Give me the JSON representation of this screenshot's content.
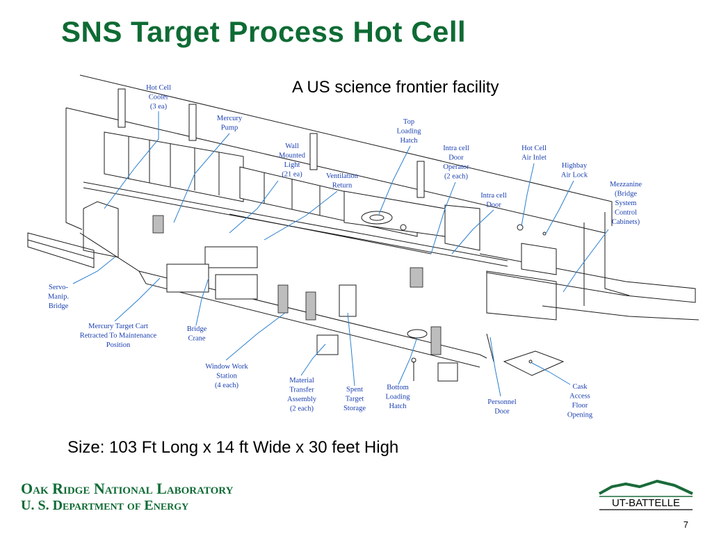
{
  "slide": {
    "title": "SNS Target Process Hot Cell",
    "subtitle": "A US science frontier facility",
    "size_text": "Size: 103 Ft Long x 14 ft Wide x 30 feet High",
    "page_number": "7"
  },
  "footer": {
    "org_line1": "Oak Ridge National Laboratory",
    "org_line2": "U. S. Department of Energy",
    "logo_text": "UT-BATTELLE"
  },
  "diagram": {
    "labels": [
      {
        "id": "hot-cell-cooler",
        "lines": [
          "Hot Cell",
          "Cooler",
          "(3 ea)"
        ]
      },
      {
        "id": "mercury-pump",
        "lines": [
          "Mercury",
          "Pump"
        ]
      },
      {
        "id": "wall-mounted-light",
        "lines": [
          "Wall",
          "Mounted",
          "Light",
          "(21 ea)"
        ]
      },
      {
        "id": "ventilation-return",
        "lines": [
          "Ventilation",
          "Return"
        ]
      },
      {
        "id": "top-loading-hatch",
        "lines": [
          "Top",
          "Loading",
          "Hatch"
        ]
      },
      {
        "id": "intracell-door-operator",
        "lines": [
          "Intra cell",
          "Door",
          "Operator",
          "(2 each)"
        ]
      },
      {
        "id": "hot-cell-air-inlet",
        "lines": [
          "Hot Cell",
          "Air Inlet"
        ]
      },
      {
        "id": "highbay-air-lock",
        "lines": [
          "Highbay",
          "Air Lock"
        ]
      },
      {
        "id": "intracell-door",
        "lines": [
          "Intra cell",
          "Door"
        ]
      },
      {
        "id": "mezzanine",
        "lines": [
          "Mezzanine",
          "(Bridge",
          "System",
          "Control",
          "Cabinets)"
        ]
      },
      {
        "id": "servo-manip-bridge",
        "lines": [
          "Servo-",
          "Manip.",
          "Bridge"
        ]
      },
      {
        "id": "mercury-target-cart",
        "lines": [
          "Mercury Target Cart",
          "Retracted To Maintenance",
          "Position"
        ]
      },
      {
        "id": "bridge-crane",
        "lines": [
          "Bridge",
          "Crane"
        ]
      },
      {
        "id": "window-work-station",
        "lines": [
          "Window Work",
          "Station",
          "(4 each)"
        ]
      },
      {
        "id": "material-transfer-assembly",
        "lines": [
          "Material",
          "Transfer",
          "Assembly",
          "(2 each)"
        ]
      },
      {
        "id": "spent-target-storage",
        "lines": [
          "Spent",
          "Target",
          "Storage"
        ]
      },
      {
        "id": "bottom-loading-hatch",
        "lines": [
          "Bottom",
          "Loading",
          "Hatch"
        ]
      },
      {
        "id": "personnel-door",
        "lines": [
          "Personnel",
          "Door"
        ]
      },
      {
        "id": "cask-access-floor-opening",
        "lines": [
          "Cask",
          "Access",
          "Floor",
          "Opening"
        ]
      }
    ]
  }
}
